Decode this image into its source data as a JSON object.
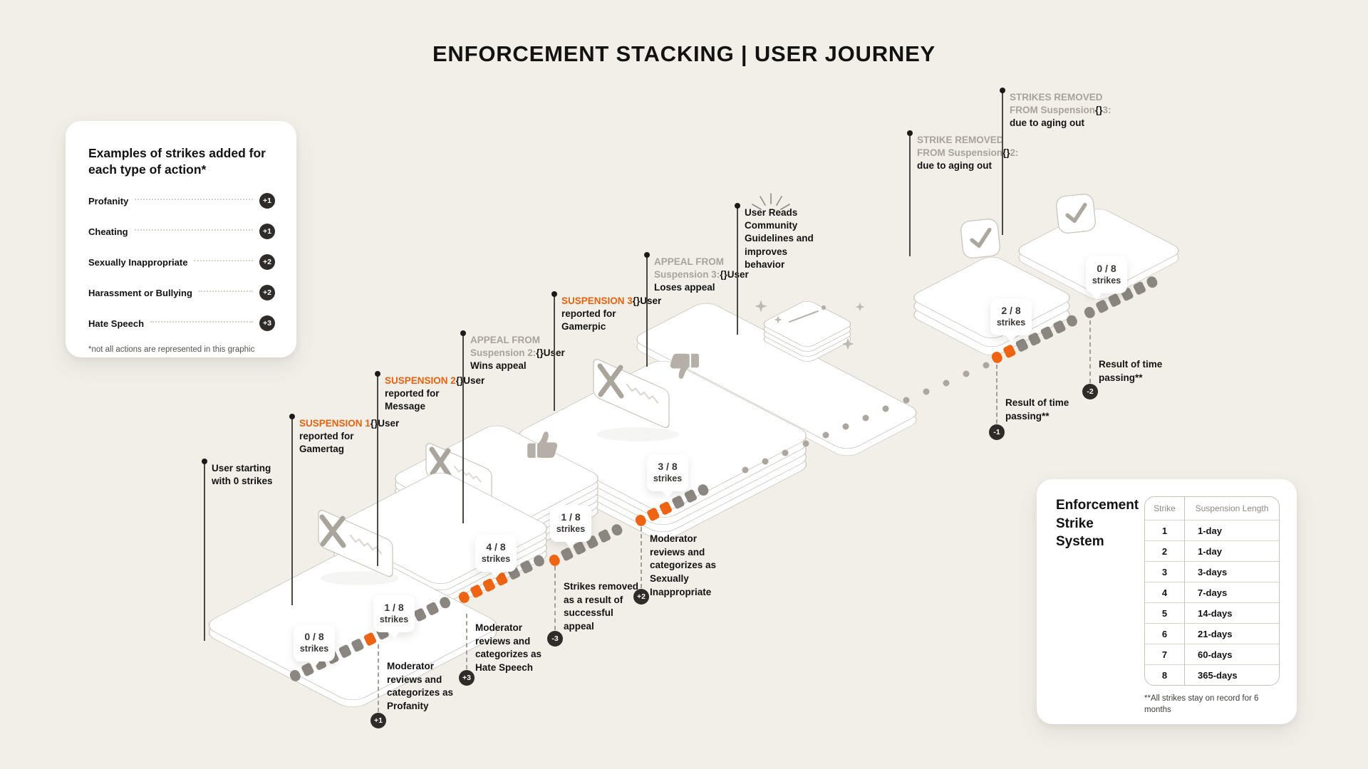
{
  "title": "ENFORCEMENT STACKING | USER JOURNEY",
  "colors": {
    "background": "#F2EFE9",
    "accent_orange": "#E8610C",
    "meter_orange": "#EE6412",
    "meter_gray": "#8C8680",
    "badge_dark": "#2E2B28"
  },
  "examples_panel": {
    "title": "Examples of strikes added for\neach type of action*",
    "items": [
      {
        "label": "Profanity",
        "delta": "+1"
      },
      {
        "label": "Cheating",
        "delta": "+1"
      },
      {
        "label": "Sexually Inappropriate",
        "delta": "+2"
      },
      {
        "label": "Harassment or Bullying",
        "delta": "+2"
      },
      {
        "label": "Hate Speech",
        "delta": "+3"
      }
    ],
    "footnote": "*not all actions are represented in this graphic"
  },
  "strike_table": {
    "title": "Enforcement\nStrike System",
    "columns": [
      "Strike",
      "Suspension Length"
    ],
    "rows": [
      [
        "1",
        "1-day"
      ],
      [
        "2",
        "1-day"
      ],
      [
        "3",
        "3-days"
      ],
      [
        "4",
        "7-days"
      ],
      [
        "5",
        "14-days"
      ],
      [
        "6",
        "21-days"
      ],
      [
        "7",
        "60-days"
      ],
      [
        "8",
        "365-days"
      ]
    ],
    "footnote": "**All strikes stay on record for 6 months"
  },
  "callouts": {
    "start": {
      "text": "User starting\nwith 0 strikes"
    },
    "suspension1": {
      "tag": "SUSPENSION 1",
      "text": "User reported for\nGamertag"
    },
    "suspension2": {
      "tag": "SUSPENSION 2",
      "text": "User reported for\nMessage"
    },
    "appeal2": {
      "gray": "APPEAL FROM\nSuspension 2:",
      "text": "User\nWins appeal"
    },
    "suspension3": {
      "tag": "SUSPENSION 3",
      "text": "User reported for\nGamerpic"
    },
    "appeal3": {
      "gray": "APPEAL FROM\nSuspension 3:",
      "text": "User\nLoses appeal"
    },
    "guidelines": {
      "text": "User Reads\nCommunity\nGuidelines and\nimproves behavior"
    },
    "removed2": {
      "gray": "STRIKE REMOVED\nFROM Suspension",
      "num": "2: ",
      "text": "due to aging out"
    },
    "removed3": {
      "gray": "STRIKES REMOVED\nFROM Suspension",
      "num": "3: ",
      "text": "due to aging out"
    }
  },
  "bubbles": [
    {
      "value": "0 / 8",
      "label": "strikes"
    },
    {
      "value": "1 / 8",
      "label": "strikes"
    },
    {
      "value": "4 / 8",
      "label": "strikes"
    },
    {
      "value": "1 / 8",
      "label": "strikes"
    },
    {
      "value": "3 / 8",
      "label": "strikes"
    },
    {
      "value": "2 / 8",
      "label": "strikes"
    },
    {
      "value": "0 / 8",
      "label": "strikes"
    }
  ],
  "annotations": [
    {
      "badge": "+1",
      "text": "Moderator\nreviews and\ncategorizes as\nProfanity"
    },
    {
      "badge": "+3",
      "text": "Moderator\nreviews and\ncategorizes as\nHate Speech"
    },
    {
      "badge": "-3",
      "text": "Strikes removed\nas a result of\nsuccessful\nappeal"
    },
    {
      "badge": "+2",
      "text": "Moderator\nreviews and\ncategorizes as\nSexually\nInappropriate"
    },
    {
      "badge": "-1",
      "text": "Result of time\npassing**"
    },
    {
      "badge": "-2",
      "text": "Result of time\npassing**"
    }
  ]
}
